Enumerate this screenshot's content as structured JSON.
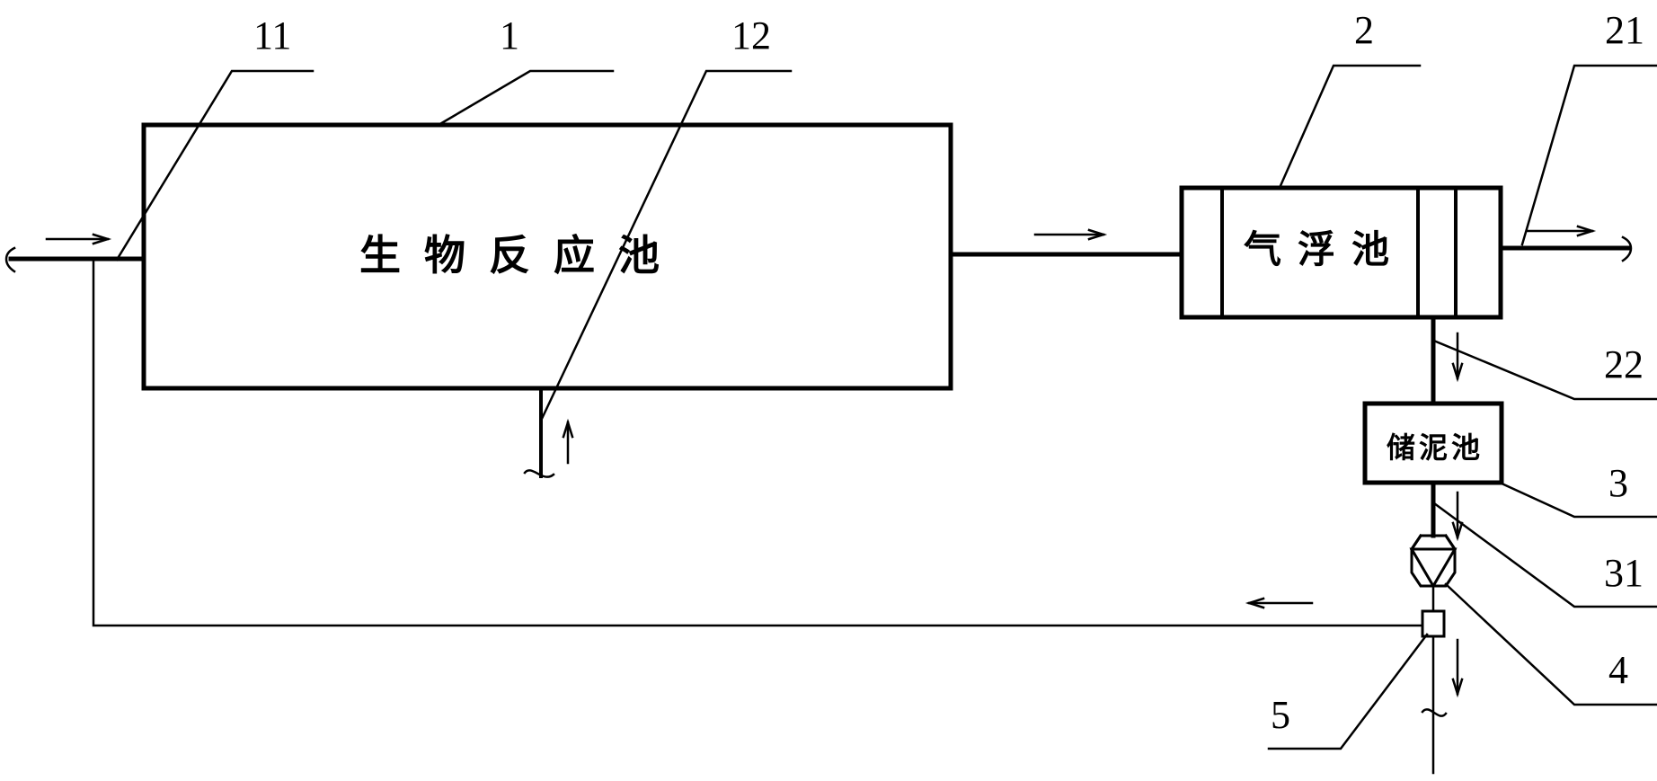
{
  "units": {
    "reactor": "生物反应池",
    "flotation": "气浮池",
    "sludge_tank": "储泥池"
  },
  "callouts": {
    "n1": "1",
    "n11": "11",
    "n12": "12",
    "n2": "2",
    "n21": "21",
    "n22": "22",
    "n3": "3",
    "n31": "31",
    "n4": "4",
    "n5": "5"
  },
  "icons": {
    "flow_arrow": "flow-arrow-icon",
    "pump": "pump-icon",
    "valve": "valve-icon",
    "pipe_end": "pipe-break-icon"
  },
  "colors": {
    "line": "#000000",
    "background": "#ffffff"
  }
}
